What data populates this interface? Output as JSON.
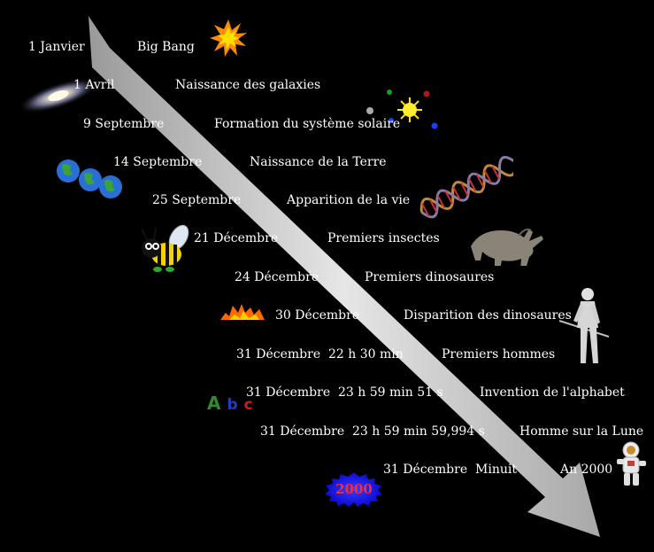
{
  "events": [
    {
      "date": "1 Janvier",
      "event": "Big Bang",
      "icon": "starburst-icon"
    },
    {
      "date": "1 Avril",
      "event": "Naissance des galaxies",
      "icon": "galaxy-icon"
    },
    {
      "date": "9 Septembre",
      "event": "Formation du système solaire",
      "icon": "solar-system-icon"
    },
    {
      "date": "14 Septembre",
      "event": "Naissance de la Terre",
      "icon": "earth-globes-icon"
    },
    {
      "date": "25 Septembre",
      "event": "Apparition de la vie",
      "icon": "dna-helix-icon"
    },
    {
      "date": "21 Décembre",
      "event": "Premiers insectes",
      "icon": "bee-icon"
    },
    {
      "date": "24 Décembre",
      "event": "Premiers dinosaures",
      "icon": "triceratops-icon"
    },
    {
      "date": "30 Décembre",
      "event": "Disparition des dinosaures",
      "icon": "explosion-icon"
    },
    {
      "date": "31 Décembre  22 h 30 min",
      "event": "Premiers hommes",
      "icon": "caveman-icon"
    },
    {
      "date": "31 Décembre  23 h 59 min 51 s",
      "event": "Invention de l'alphabet",
      "icon": "abc-letters-icon"
    },
    {
      "date": "31 Décembre  23 h 59 min 59,994 s",
      "event": "Homme sur la Lune",
      "icon": "astronaut-icon"
    },
    {
      "date": "31 Décembre  Minuit",
      "event": "An 2000",
      "icon": "year-2000-badge-icon"
    }
  ],
  "badge_text": "2000",
  "abc_letters": [
    "A",
    "b",
    "c"
  ],
  "colors": {
    "background": "#000000",
    "text": "#ffffff",
    "arrow": "#cfcfcf",
    "badge_fill": "#1a1aff",
    "badge_text": "#ff2a2a",
    "abc_a": "#2e8b2e",
    "abc_b": "#1f3fbf",
    "abc_c": "#d01a1a"
  }
}
